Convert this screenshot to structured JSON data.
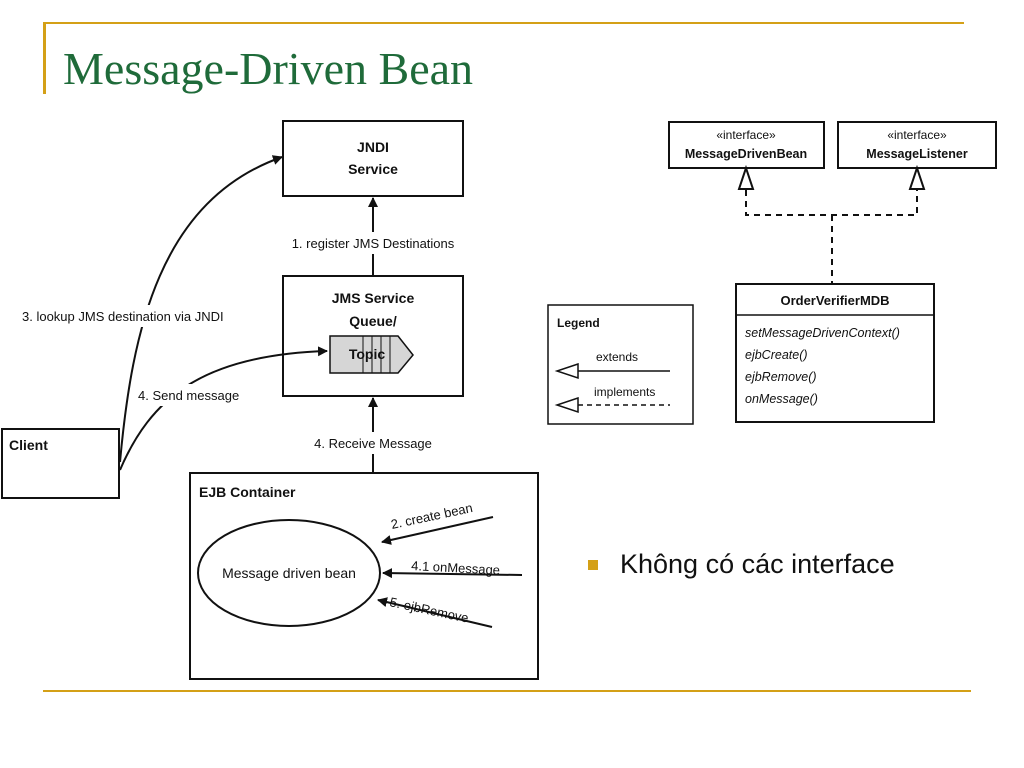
{
  "slide": {
    "title": "Message-Driven Bean",
    "bullet": "Không có các interface",
    "accent_color": "#d4a017",
    "title_color": "#1f6b3a"
  },
  "diagram": {
    "jndi": {
      "line1": "JNDI",
      "line2": "Service"
    },
    "jms": {
      "line1": "JMS Service",
      "line2": "Queue/",
      "topic": "Topic"
    },
    "client": "Client",
    "ejb_container": {
      "label": "EJB Container",
      "bean": "Message driven bean"
    },
    "arrows": {
      "register": "1. register JMS Destinations",
      "lookup": "3. lookup JMS destination via JNDI",
      "send": "4. Send message",
      "receive": "4. Receive Message",
      "create_bean": "2. create bean",
      "on_message": "4.1 onMessage",
      "ejb_remove": "5. ejbRemove"
    },
    "legend": {
      "title": "Legend",
      "extends": "extends",
      "implements": "implements"
    },
    "uml": {
      "interface1": {
        "stereotype": "«interface»",
        "name": "MessageDrivenBean"
      },
      "interface2": {
        "stereotype": "«interface»",
        "name": "MessageListener"
      },
      "class": {
        "name": "OrderVerifierMDB",
        "methods": [
          "setMessageDrivenContext()",
          "ejbCreate()",
          "ejbRemove()",
          "onMessage()"
        ]
      }
    }
  }
}
